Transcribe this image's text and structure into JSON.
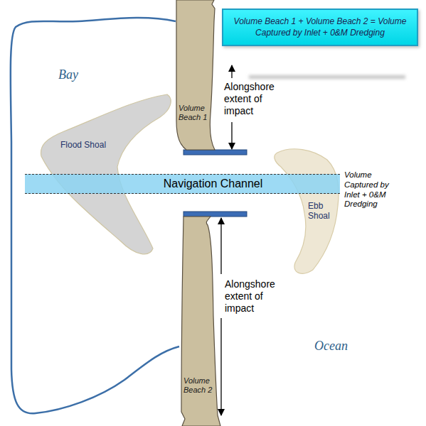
{
  "diagram": {
    "nodes": [
      {
        "text": [
          "Volume Beach 1 + Volume Beach 2 = Volume Captured by Inlet + 0&M Dredging"
        ]
      },
      {
        "text": [
          "Volume Beach 1"
        ]
      },
      {
        "text": [
          "Flood Shoal"
        ]
      },
      {
        "text": [
          "Navigation Channel"
        ]
      },
      {
        "text": [
          "Ebb Shoal"
        ]
      },
      {
        "text": [
          "Volume Beach 2"
        ]
      }
    ],
    "labels": [
      "Bay",
      "Alongshore extent of impact",
      "Volume Captured by Inlet + 0&M Dredging",
      "Alongshore extent of impact",
      "Ocean"
    ]
  }
}
